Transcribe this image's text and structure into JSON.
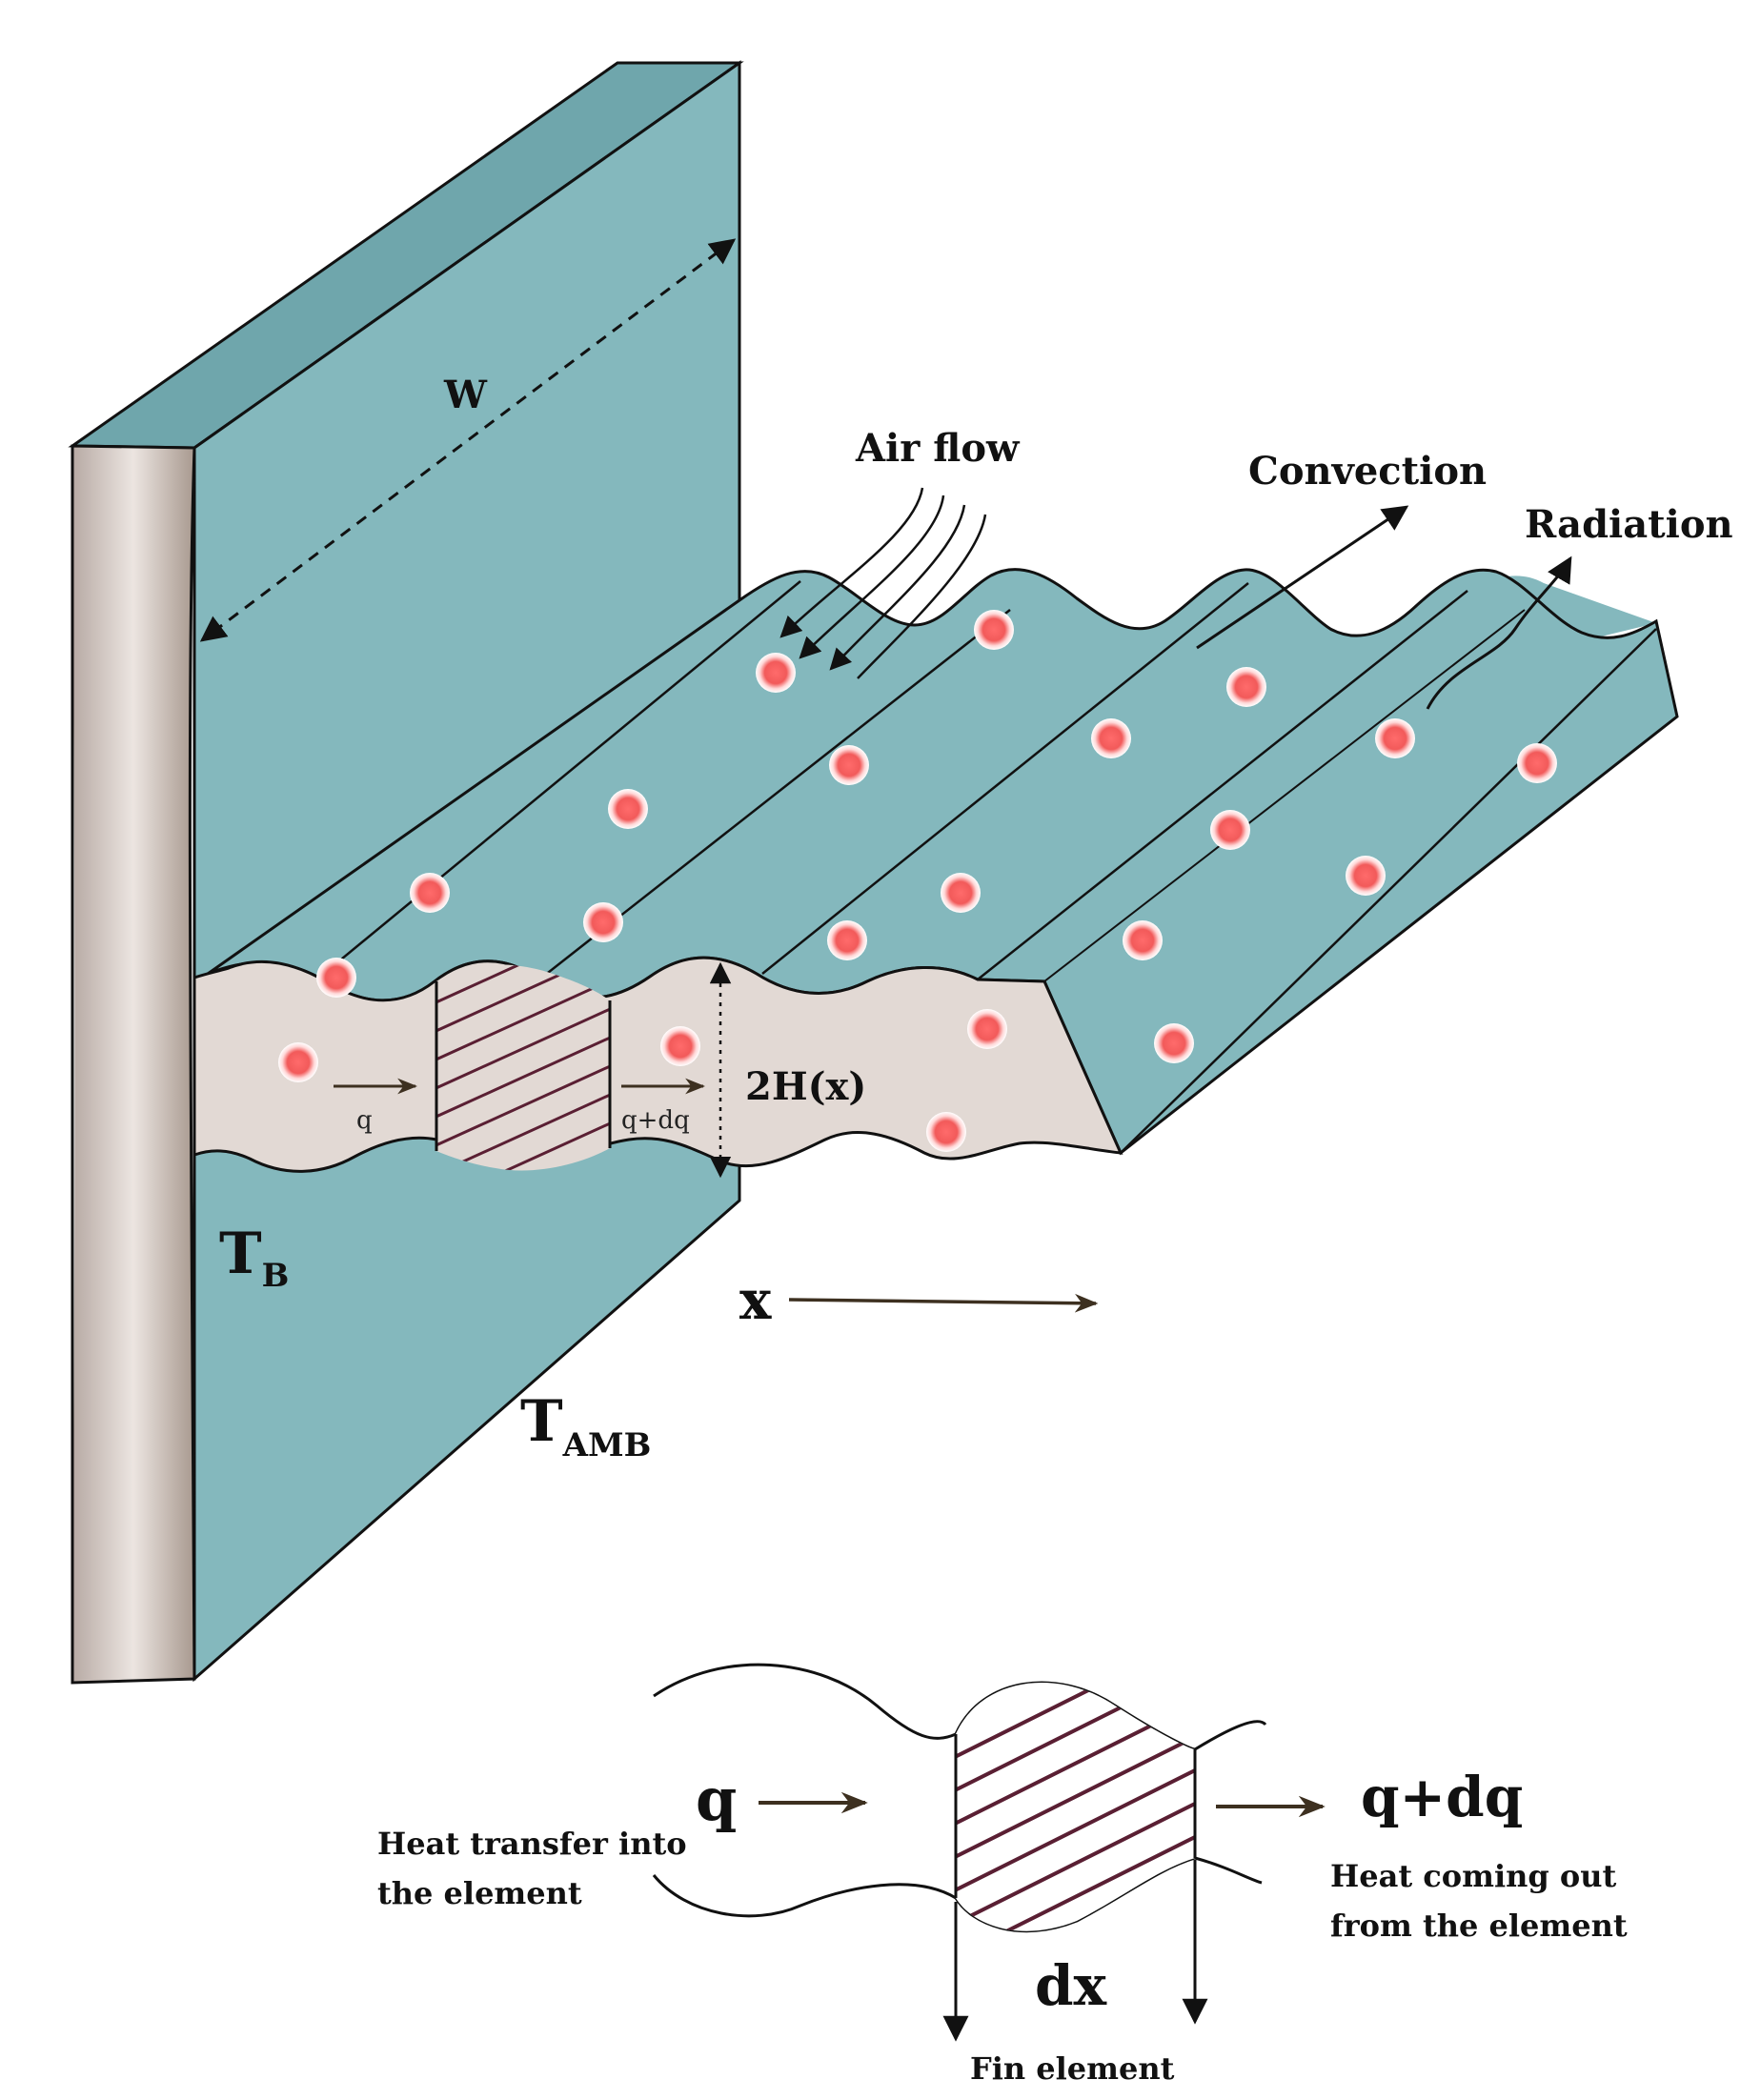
{
  "labels": {
    "width": "W",
    "air_flow": "Air flow",
    "convection": "Convection",
    "radiation": "Radiation",
    "thickness": "2H(x)",
    "base_temp_main": "T",
    "base_temp_sub": "B",
    "ambient_temp_main": "T",
    "ambient_temp_sub": "AMB",
    "x_axis": "x",
    "q_in_small": "q",
    "q_out_small": "q+dq"
  },
  "element_detail": {
    "q_in": "q",
    "q_out": "q+dq",
    "in_caption_line1": "Heat transfer into",
    "in_caption_line2": "the element",
    "out_caption_line1": "Heat coming out",
    "out_caption_line2": "from the element",
    "dx": "dx",
    "fin_element": "Fin element"
  },
  "colors": {
    "fin_teal": "#84b8bd",
    "fin_teal_dark": "#6fa6ac",
    "wall_beige": "#d9cfc9",
    "section_beige": "#e2d9d4",
    "dot_red": "#f25a5a",
    "hatch": "#5a1f33",
    "arrow_brown": "#3d3020"
  }
}
